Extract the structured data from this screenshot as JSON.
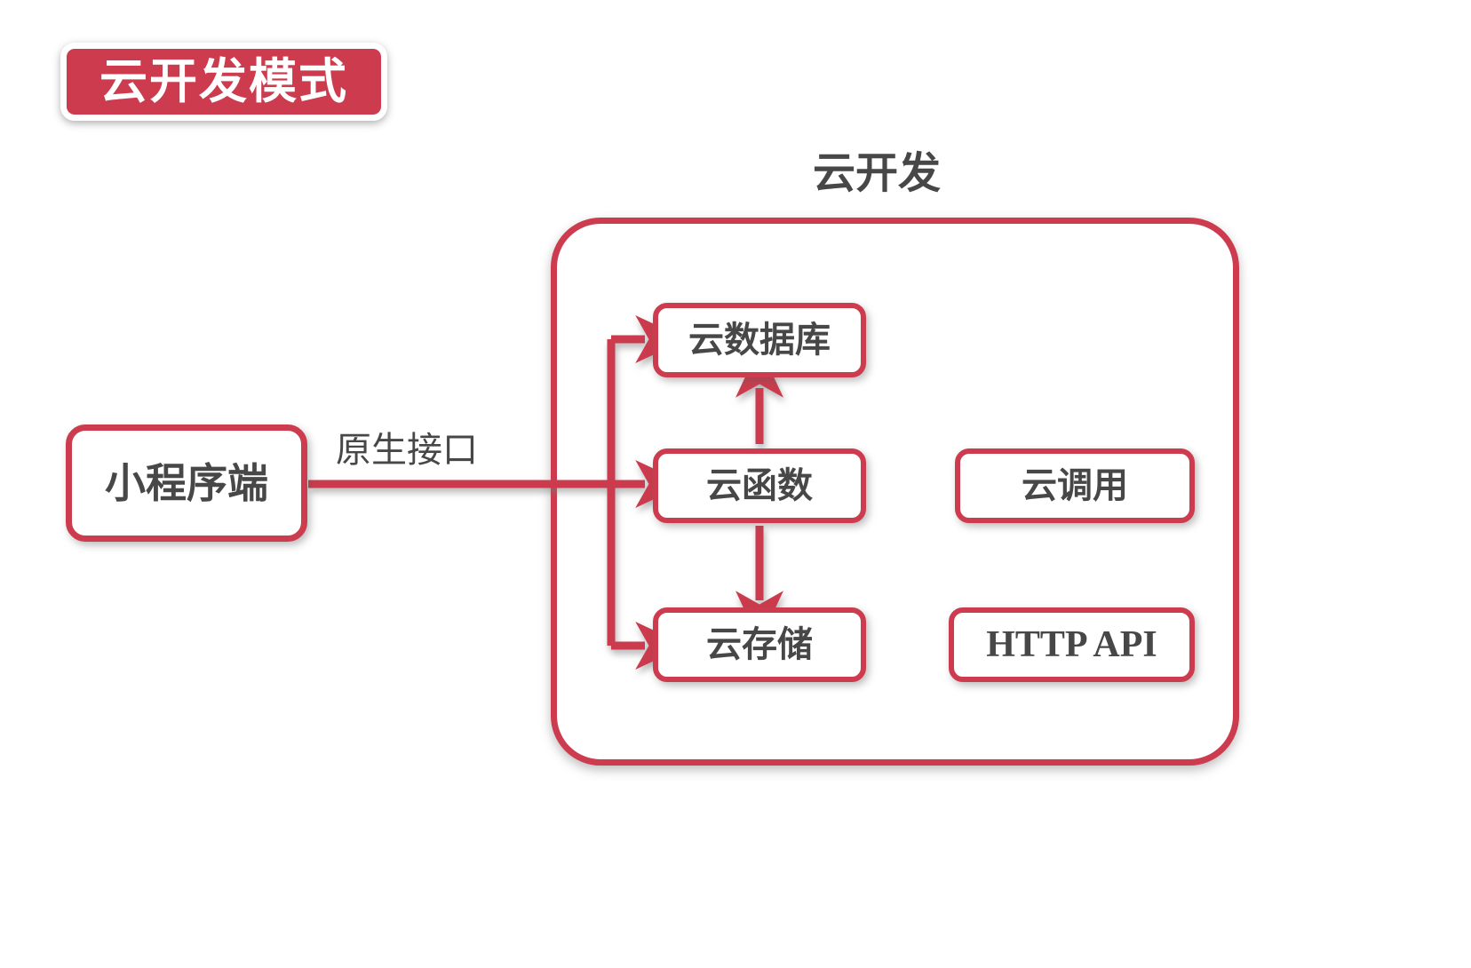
{
  "title_badge": {
    "label": "云开发模式",
    "bg_color": "#CC3B4E",
    "text_color": "#FFFFFF"
  },
  "section": {
    "label": "云开发",
    "text_color": "#474747"
  },
  "nodes": {
    "client": {
      "label": "小程序端"
    },
    "database": {
      "label": "云数据库"
    },
    "function": {
      "label": "云函数"
    },
    "storage": {
      "label": "云存储"
    },
    "cloud_call": {
      "label": "云调用"
    },
    "http_api": {
      "label": "HTTP API"
    }
  },
  "edges": {
    "native_api_label": "原生接口"
  },
  "palette": {
    "accent": "#CC3B4E",
    "text": "#474747",
    "background": "#FFFFFF"
  }
}
